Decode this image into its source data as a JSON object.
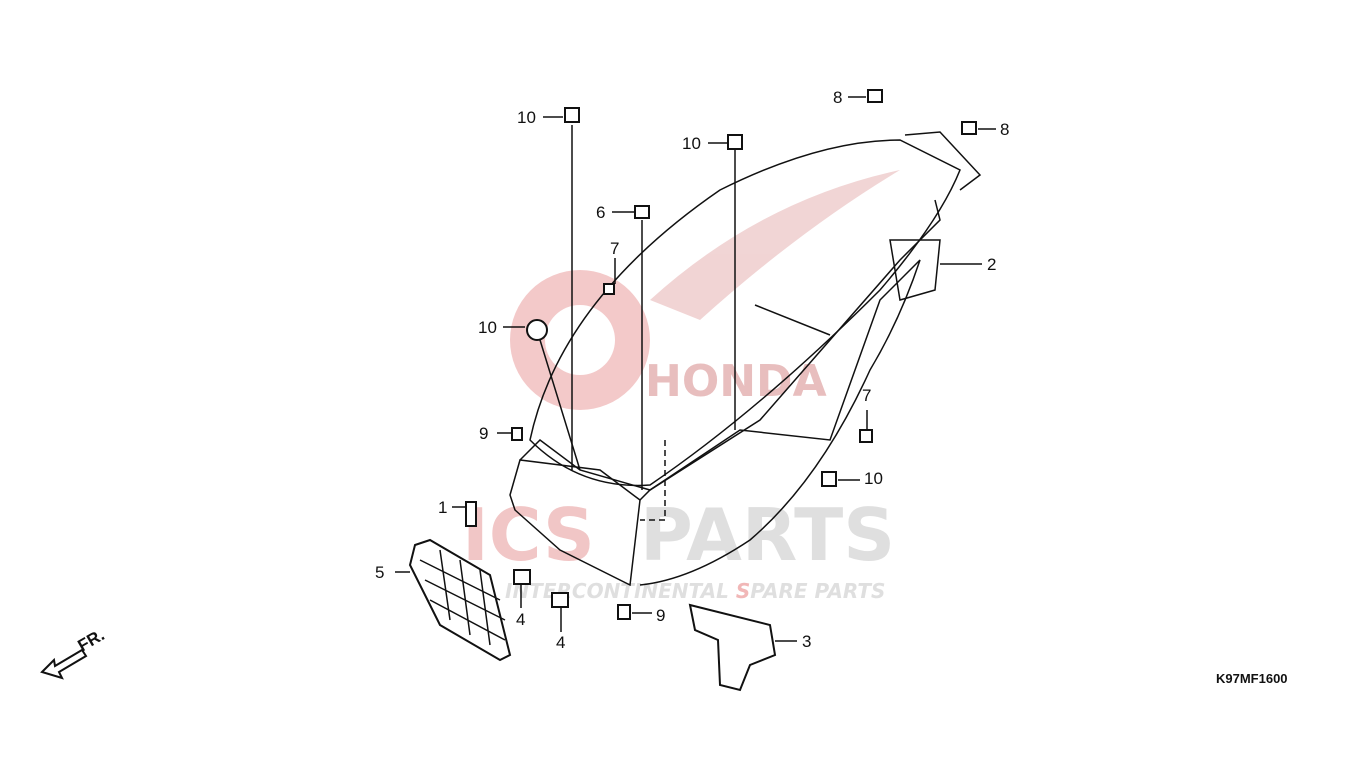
{
  "diagram": {
    "code": "K97MF1600",
    "direction_label": "FR.",
    "watermark": {
      "brand": "HONDA",
      "name_left": "ICS",
      "name_right": "PARTS",
      "tagline_a": "INTER",
      "tagline_b": "CONTINENTAL ",
      "tagline_c": "S",
      "tagline_d": "PARE PARTS",
      "colors": {
        "red": "#e8a0a0",
        "gray": "#d8d8d8"
      }
    },
    "callouts": [
      {
        "label": "10"
      },
      {
        "label": "10"
      },
      {
        "label": "8"
      },
      {
        "label": "8"
      },
      {
        "label": "6"
      },
      {
        "label": "7"
      },
      {
        "label": "2"
      },
      {
        "label": "10"
      },
      {
        "label": "9"
      },
      {
        "label": "7"
      },
      {
        "label": "10"
      },
      {
        "label": "1"
      },
      {
        "label": "5"
      },
      {
        "label": "4"
      },
      {
        "label": "4"
      },
      {
        "label": "9"
      },
      {
        "label": "3"
      }
    ]
  }
}
